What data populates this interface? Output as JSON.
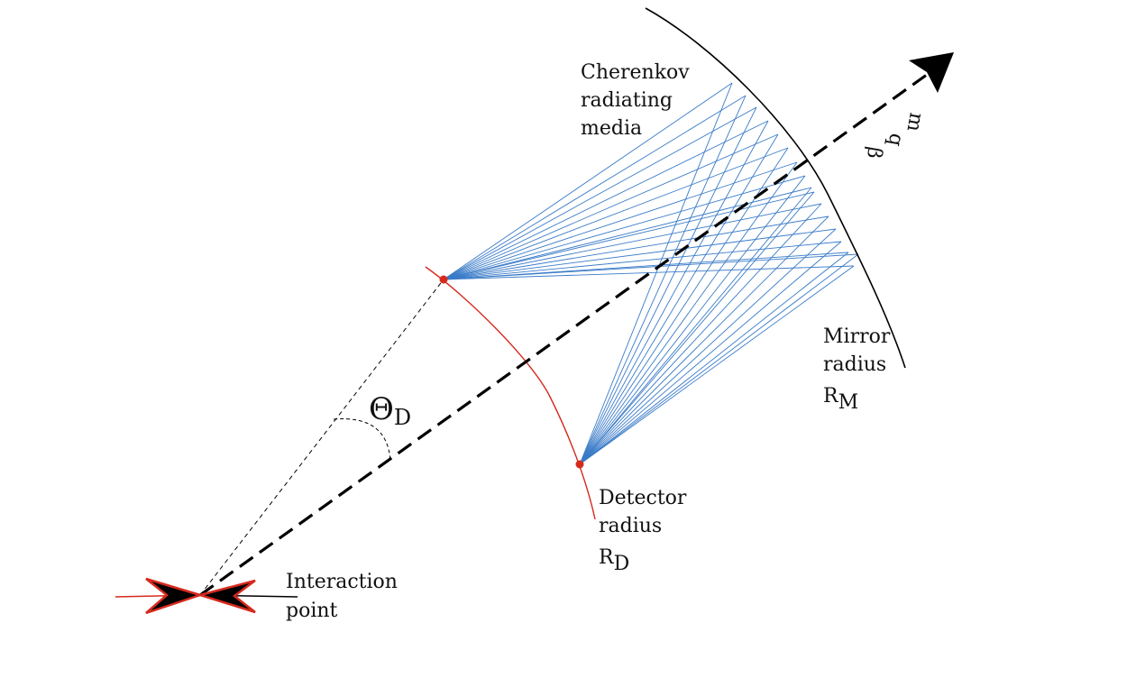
{
  "labels": {
    "cherenkov": [
      "Cherenkov",
      "radiating",
      "media"
    ],
    "mirror": [
      "Mirror",
      "radius"
    ],
    "mirror_symbol": "R",
    "mirror_sub": "M",
    "detector": [
      "Detector",
      "radius"
    ],
    "detector_symbol": "R",
    "detector_sub": "D",
    "interaction": [
      "Interaction",
      "point"
    ],
    "theta_symbol": "Θ",
    "theta_sub": "D",
    "beam_params": [
      "m",
      "q",
      "β"
    ]
  },
  "colors": {
    "rays": "#3a7bc8",
    "detector_arc": "#d62a1e",
    "detector_points": "#d62a1e",
    "mirror_arc": "#000000",
    "axis": "#000000"
  }
}
